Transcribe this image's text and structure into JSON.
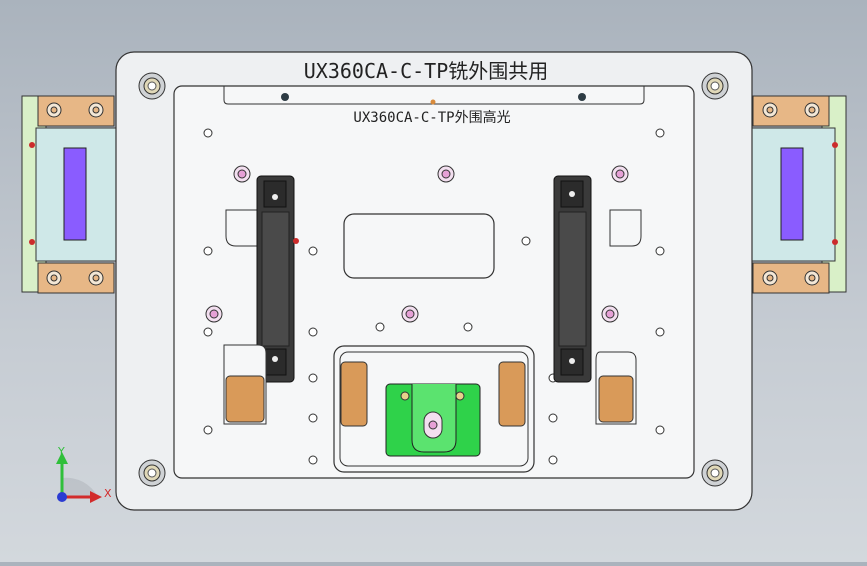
{
  "viewport": {
    "background_top": "#aab3bd",
    "background_bottom": "#d3d8dd"
  },
  "fixture": {
    "engraved_title": "UX360CA-C-TP铣外围共用",
    "engraved_subtitle": "UX360CA-C-TP外围高光"
  },
  "colors": {
    "base_plate": "#eef0f2",
    "top_plate": "#f6f7f8",
    "side_rail": "#cfe8e8",
    "side_clamp": "#e7b786",
    "purple_pad": "#8a5cff",
    "green_block": "#2fd24a",
    "copper_pad": "#d99a59",
    "dark_bar": "#3a3a3a",
    "pink_pin": "#e6a0d6"
  },
  "triad": {
    "x_label": "X",
    "y_label": "Y",
    "x_icon": "x-axis-arrow-icon",
    "y_icon": "y-axis-arrow-icon"
  }
}
